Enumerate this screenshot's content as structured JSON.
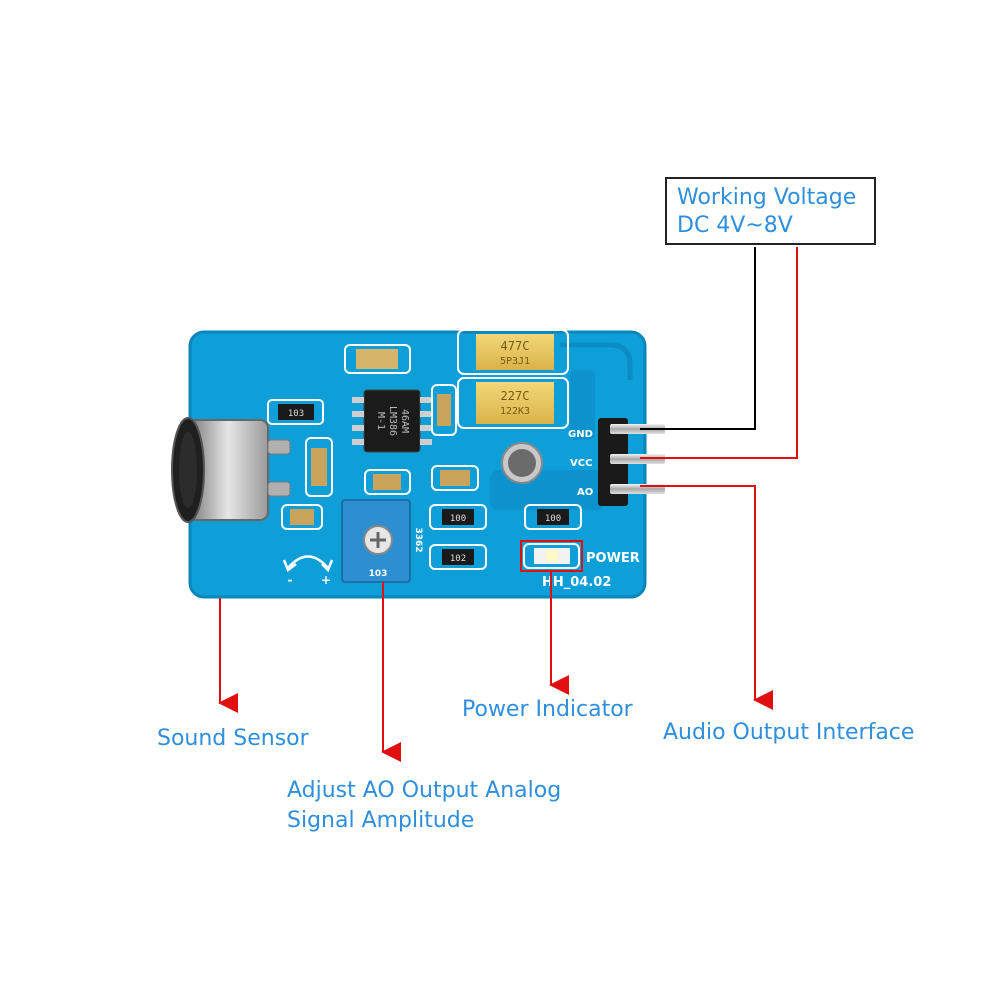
{
  "voltage_box": {
    "line1": "Working Voltage",
    "line2": "DC 4V~8V"
  },
  "labels": {
    "sound_sensor": "Sound Sensor",
    "adjust_line1": "Adjust AO Output Analog",
    "adjust_line2": "Signal Amplitude",
    "power_indicator": "Power Indicator",
    "audio_output": "Audio Output Interface"
  },
  "board": {
    "pin_gnd": "GND",
    "pin_vcc": "VCC",
    "pin_ao": "AO",
    "power_silk": "POWER",
    "version_silk": "HH_04.02",
    "cap1_marking": "477C",
    "cap1_sub": "5P3J1",
    "cap2_marking": "227C",
    "cap2_sub": "122K3",
    "ic_line1": "46AM",
    "ic_line2": "LM386",
    "ic_line3": "M-1",
    "res_103": "103",
    "res_100a": "100",
    "res_100b": "100",
    "res_102": "102",
    "pot_marking": "3362",
    "pot_sub": "103"
  },
  "colors": {
    "pcb": "#0f9fd8",
    "arrow": "#e01010",
    "label": "#2f8fdc",
    "wire_gnd": "#000000",
    "wire_vcc": "#e01010",
    "wire_ao": "#e01010"
  }
}
